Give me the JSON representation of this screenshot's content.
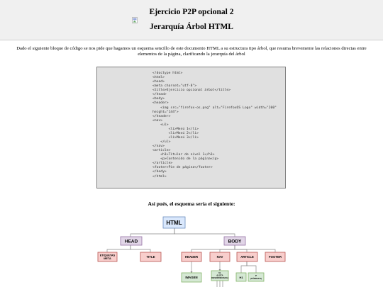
{
  "header": {
    "title_line1": "Ejercicio P2P opcional 2",
    "title_line2": "Jerarquía Árbol HTML"
  },
  "intro": "Dado el siguiente bloque de código se nos pide que hagamos un esquema sencillo de este documento HTML a su estructura tipo árbol, que resuma brevemente las relaciones directas entre elementos de la página, clarificando la jerarquía del árbol",
  "code_lines": [
    "<!doctype html>",
    "<html>",
    "<head>",
    "<meta charset=\"utf-8\">",
    "<title>Ejercicio opcional árbol</title>",
    "</head>",
    "<body>",
    "<header>",
    "    <img src=\"firefox-os.png\" alt=\"FirefoxOS Logo\" width=\"200\"",
    "height=\"144\">",
    "</header>",
    "<nav>",
    "    <ul>",
    "        <li>Menú 1</li>",
    "        <li>Menú 2</li>",
    "        <li>Menú 3</li>",
    "    </ul>",
    "</nav>",
    "<article>",
    "    <h1>Titular de nivel 1</h1>",
    "    <p>Contenido de la página</p>",
    "</article>",
    "<footer>Pie de página</footer>",
    "</body>",
    "</html>"
  ],
  "subtitle": "Así pués, el esquema sería el siguiente:",
  "tree": {
    "html": "HTML",
    "head": "HEAD",
    "body": "BODY",
    "meta_line1": "ETIQUETAS",
    "meta_line2": "META",
    "title": "TITLE",
    "header": "HEADER",
    "nav": "NAV",
    "article": "ARTICLE",
    "footer": "FOOTER",
    "imagen": "IMAGEN",
    "ul_line1": "UL",
    "ul_line2": "(LISTA",
    "ul_line3": "DESORDENADA)",
    "h1": "H1",
    "p_line1": "P",
    "p_line2": "(PÁRRAFO)"
  },
  "colors": {
    "html_fill": "#dae8fc",
    "html_stroke": "#6c8ebf",
    "purple_fill": "#e1d5e7",
    "purple_stroke": "#9673a6",
    "red_fill": "#f8cecc",
    "red_stroke": "#b85450",
    "green_fill": "#d5e8d4",
    "green_stroke": "#82b366"
  }
}
